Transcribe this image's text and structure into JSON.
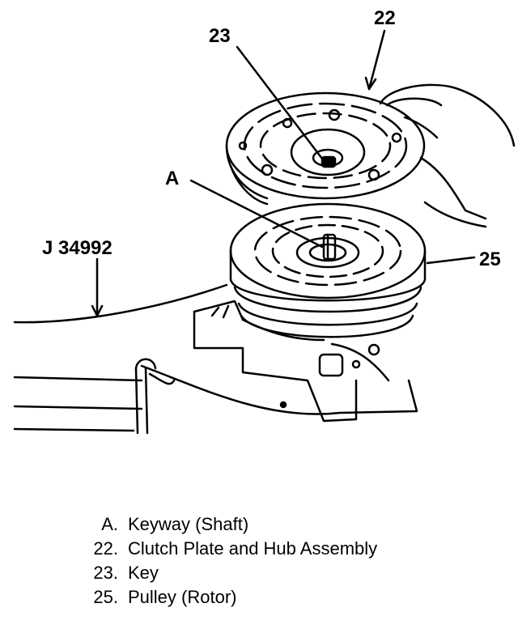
{
  "callouts": {
    "c22": "22",
    "c23": "23",
    "cA": "A",
    "tool": "J 34992",
    "c25": "25"
  },
  "legend": [
    {
      "key": "A.",
      "text": "Keyway (Shaft)"
    },
    {
      "key": "22.",
      "text": "Clutch Plate and Hub Assembly"
    },
    {
      "key": "23.",
      "text": "Key"
    },
    {
      "key": "25.",
      "text": "Pulley (Rotor)"
    }
  ]
}
